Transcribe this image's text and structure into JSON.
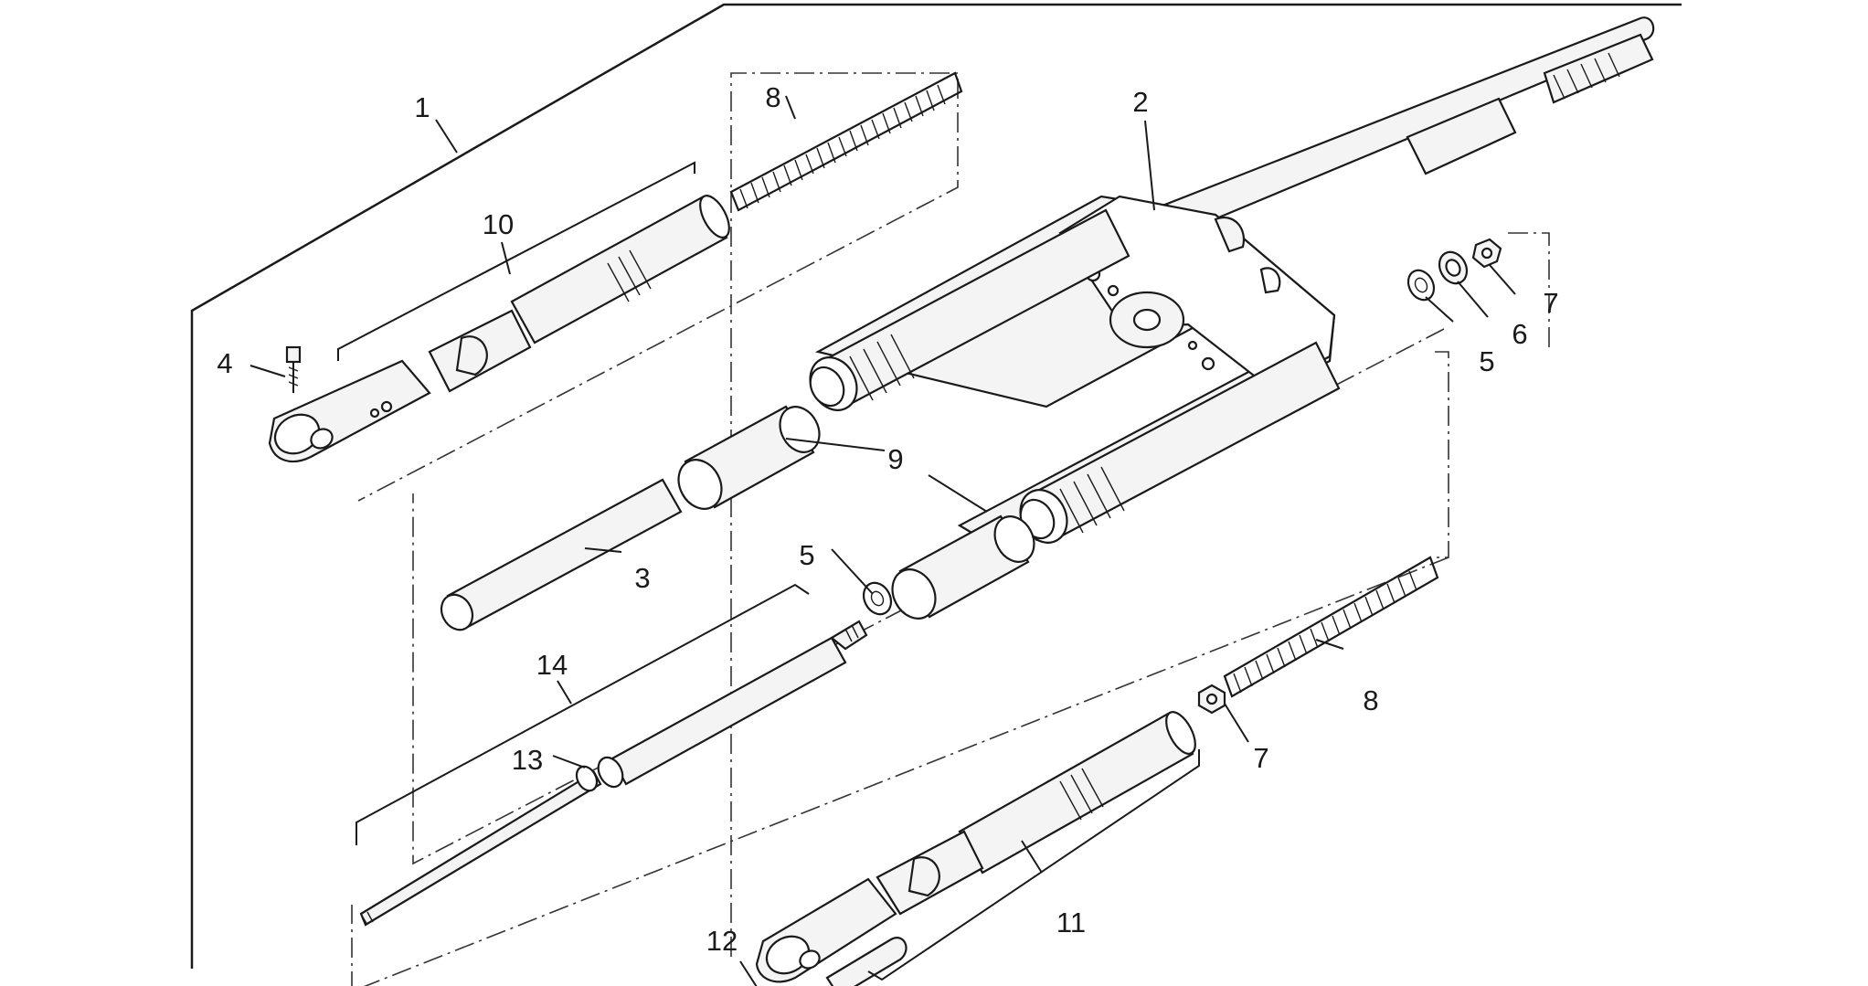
{
  "callouts": [
    {
      "id": "c1",
      "text": "1"
    },
    {
      "id": "c2",
      "text": "2"
    },
    {
      "id": "c3",
      "text": "3"
    },
    {
      "id": "c4",
      "text": "4"
    },
    {
      "id": "c5a",
      "text": "5"
    },
    {
      "id": "c5b",
      "text": "5"
    },
    {
      "id": "c6",
      "text": "6"
    },
    {
      "id": "c7a",
      "text": "7"
    },
    {
      "id": "c7b",
      "text": "7"
    },
    {
      "id": "c8a",
      "text": "8"
    },
    {
      "id": "c8b",
      "text": "8"
    },
    {
      "id": "c9",
      "text": "9"
    },
    {
      "id": "c10",
      "text": "10"
    },
    {
      "id": "c11",
      "text": "11"
    },
    {
      "id": "c12",
      "text": "12"
    },
    {
      "id": "c13",
      "text": "13"
    },
    {
      "id": "c14",
      "text": "14"
    }
  ]
}
